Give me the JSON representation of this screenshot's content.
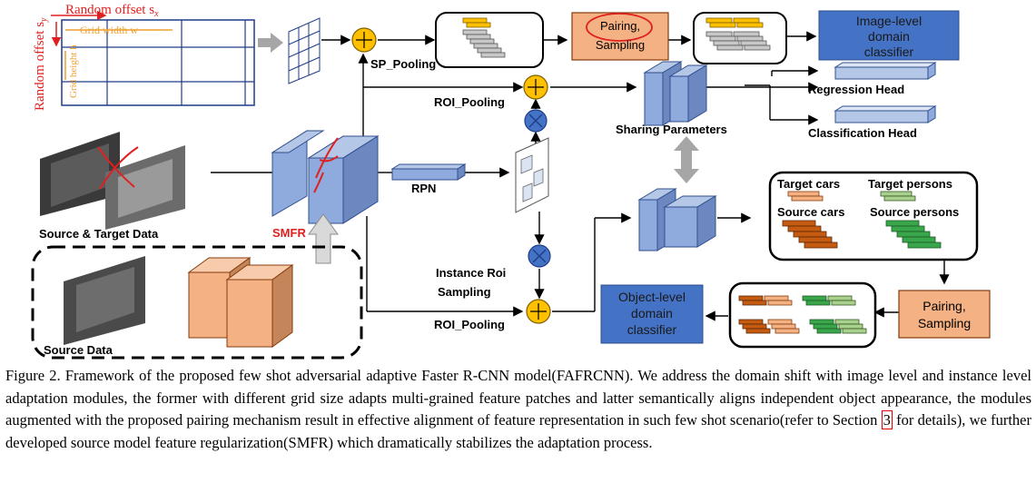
{
  "diagram": {
    "grid": {
      "offset_x": "Random offset s",
      "offset_x_sub": "x",
      "offset_y": "Random offset s",
      "offset_y_sub": "y",
      "width": "Grid width w",
      "height": "Grid height h"
    },
    "labels": {
      "sp_pooling": "SP_Pooling",
      "roi_pooling_top": "ROI_Pooling",
      "roi_pooling_bottom": "ROI_Pooling",
      "rpn": "RPN",
      "instance_roi_1": "Instance Roi",
      "instance_roi_2": "Sampling",
      "sharing_parameters": "Sharing Parameters",
      "source_target": "Source & Target Data",
      "smfr": "SMFR",
      "source_data": "Source Data",
      "regression_head": "Regression Head",
      "classification_head": "Classification Head",
      "target_cars": "Target cars",
      "target_persons": "Target persons",
      "source_cars": "Source cars",
      "source_persons": "Source persons"
    },
    "boxes": {
      "pairing_top_1": "Pairing,",
      "pairing_top_2": "Sampling",
      "image_classifier_1": "Image-level",
      "image_classifier_2": "domain",
      "image_classifier_3": "classifier",
      "object_classifier_1": "Object-level",
      "object_classifier_2": "domain",
      "object_classifier_3": "classifier",
      "pairing_bottom_1": "Pairing,",
      "pairing_bottom_2": "Sampling"
    },
    "colors": {
      "classifier_blue": "#4472c4",
      "pairing_orange": "#f4b183",
      "cube_blue": "#8faadc",
      "yellow": "#ffc000",
      "car_orange": "#c55a11",
      "person_green": "#3aa64b",
      "annotation_red": "#e02020",
      "grid_orange": "#f0a030"
    }
  },
  "caption": {
    "part1": "Figure 2. Framework of the proposed few shot adversarial adaptive Faster R-CNN model(FAFRCNN). We address the domain shift with image level and instance level adaptation modules, the former with different grid size adapts multi-grained feature patches and latter semantically aligns independent object appearance, the modules augmented with the proposed pairing mechanism result in effective alignment of feature representation in such few shot scenario(refer to Section ",
    "ref": "3",
    "part2": " for details), we further developed source model feature regularization(SMFR) which dramatically stabilizes the adaptation process."
  }
}
